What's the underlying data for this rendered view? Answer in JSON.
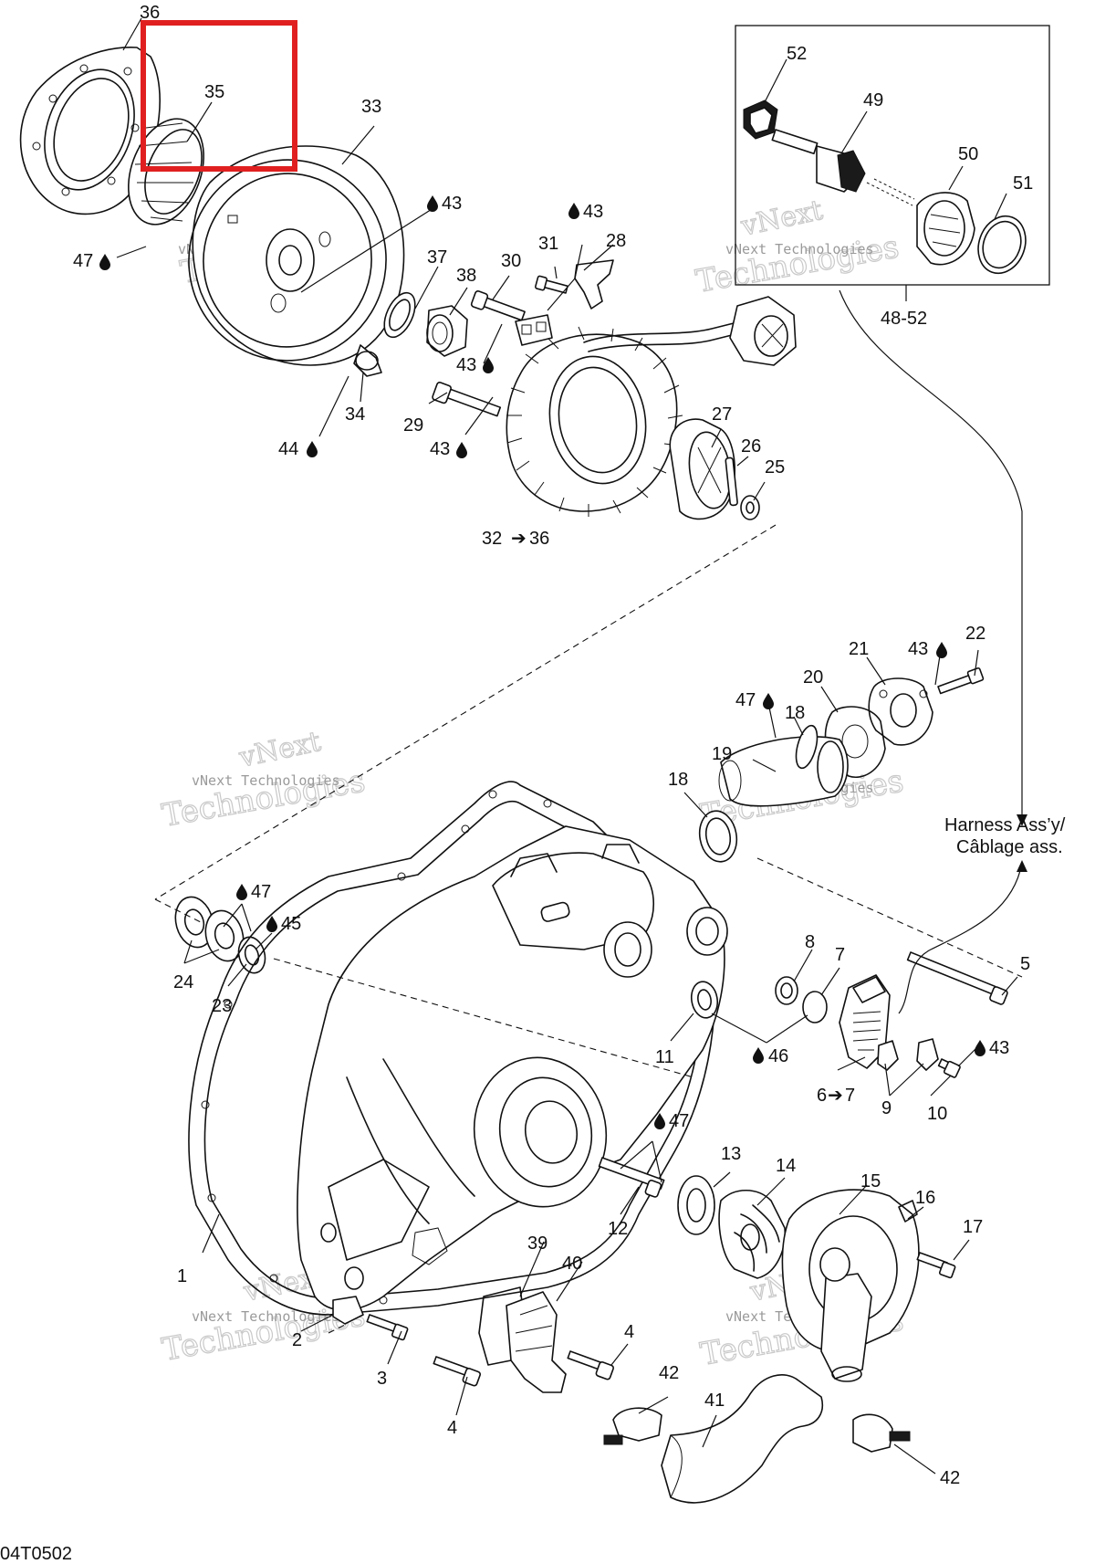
{
  "figure_code": "04T0502",
  "watermark": {
    "line1": "vNext Technologies",
    "line2": "vNext",
    "line3": "Technologies"
  },
  "harness": {
    "line1": "Harness Ass’y/",
    "line2": "Câblage ass."
  },
  "kit_label": "48-52",
  "highlight_color": "#e02020",
  "highlighted_part": "35",
  "callouts": {
    "c36": "36",
    "c35": "35",
    "c33": "33",
    "c47a": "47",
    "c43a": "43",
    "c43b": "43",
    "c37": "37",
    "c38": "38",
    "c30": "30",
    "c31": "31",
    "c28": "28",
    "c43c": "43",
    "c34": "34",
    "c44": "44",
    "c29": "29",
    "c43d": "43",
    "c27": "27",
    "c26": "26",
    "c25": "25",
    "c3236": "32",
    "c3236b": "36",
    "c52": "52",
    "c49": "49",
    "c50": "50",
    "c51": "51",
    "c22": "22",
    "c21": "21",
    "c43e": "43",
    "c20": "20",
    "c47b": "47",
    "c18a": "18",
    "c19": "19",
    "c18b": "18",
    "c47c": "47",
    "c45": "45",
    "c24": "24",
    "c23": "23",
    "c8": "8",
    "c7": "7",
    "c5": "5",
    "c11": "11",
    "c46": "46",
    "c43f": "43",
    "c67": "6",
    "c67b": "7",
    "c9": "9",
    "c10": "10",
    "c47d": "47",
    "c13": "13",
    "c14": "14",
    "c15": "15",
    "c16": "16",
    "c17": "17",
    "c12": "12",
    "c1": "1",
    "c39": "39",
    "c40": "40",
    "c4a": "4",
    "c2": "2",
    "c3": "3",
    "c4b": "4",
    "c42a": "42",
    "c41": "41",
    "c42b": "42"
  }
}
